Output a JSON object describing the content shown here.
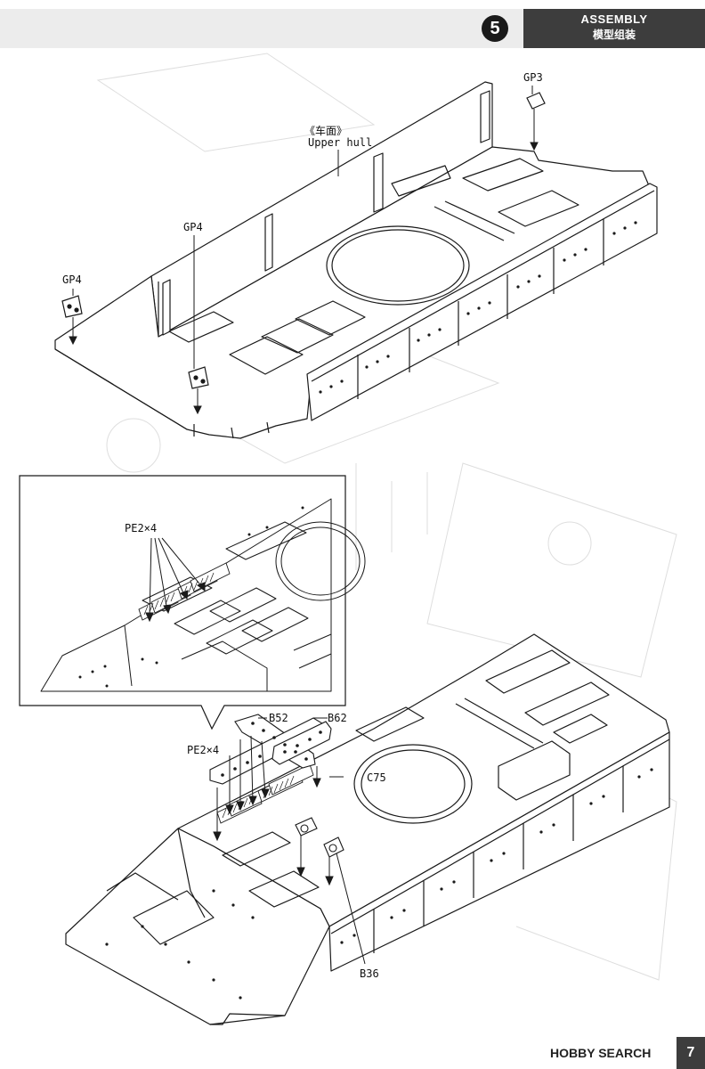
{
  "header": {
    "step_number": "5",
    "title_en": "ASSEMBLY",
    "title_cn": "模型组装"
  },
  "top_assembly": {
    "part_name_cn": "《车面》",
    "part_name_en": "Upper hull",
    "callouts": [
      "GP3",
      "GP4",
      "GP4"
    ]
  },
  "detail_inset": {
    "callouts": [
      "PE2×4"
    ]
  },
  "bottom_assembly": {
    "callouts": [
      "B52",
      "B62",
      "PE2×4",
      "C75",
      "B36"
    ]
  },
  "footer": {
    "watermark": "HOBBY SEARCH",
    "page_number": "7"
  },
  "colors": {
    "header_bg": "#3d3d3d",
    "band_bg": "#ececec",
    "line": "#1a1a1a",
    "faint": "#d6d6d6"
  }
}
